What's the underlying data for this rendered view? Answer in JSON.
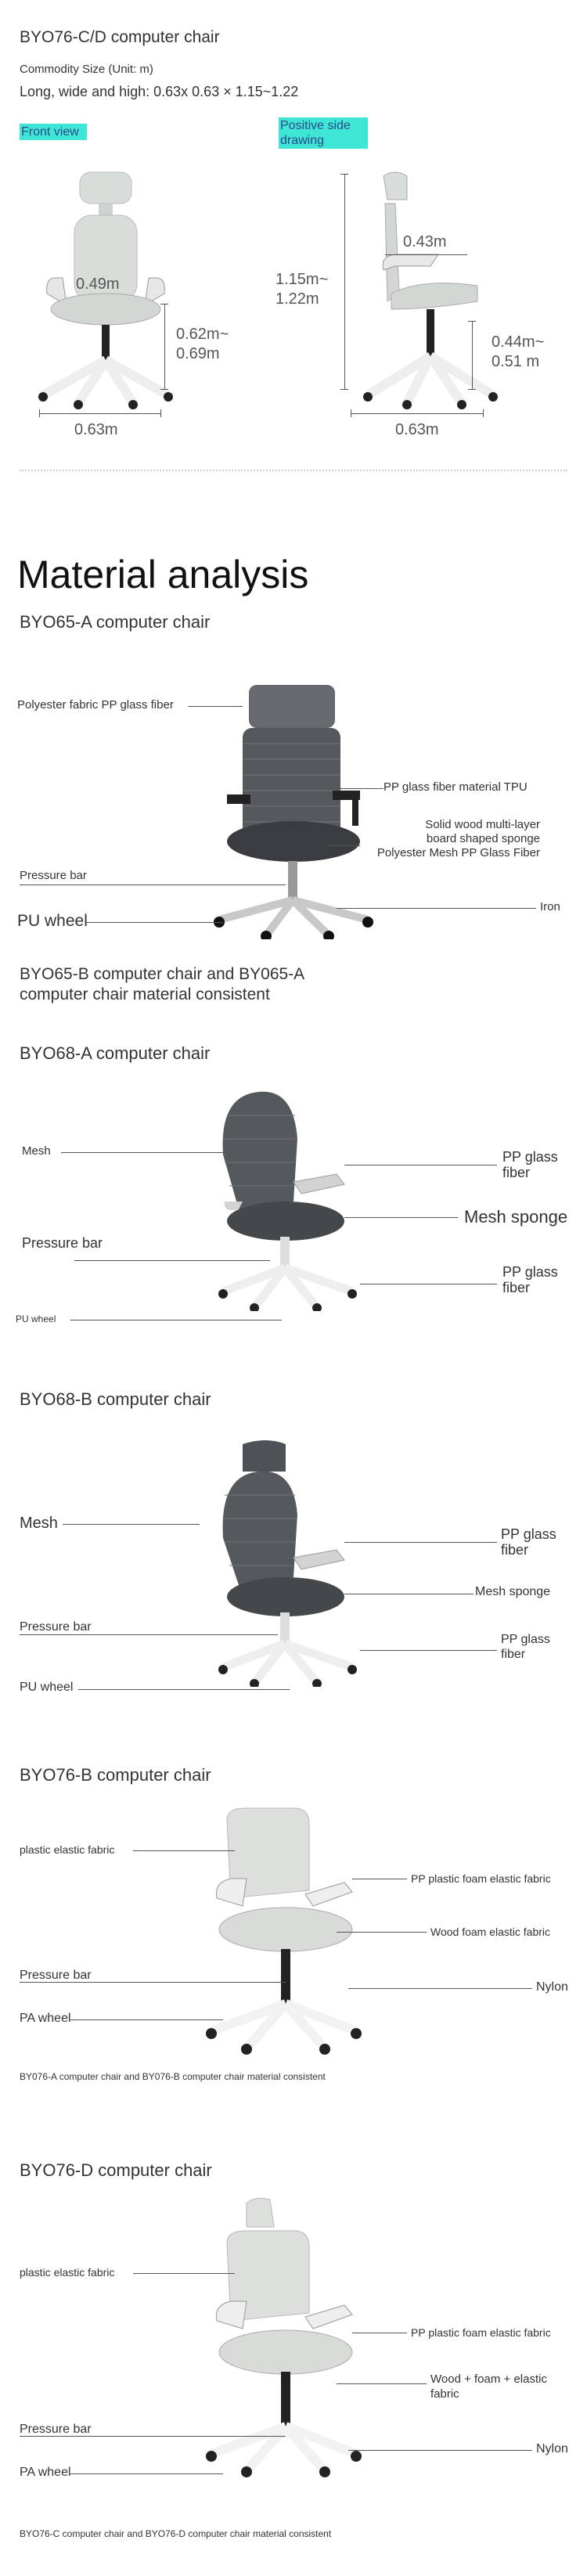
{
  "header": {
    "title": "BYO76-C/D computer chair",
    "size_caption": "Commodity Size (Unit: m)",
    "size_value": "Long, wide and high: 0.63x 0.63 × 1.15~1.22"
  },
  "front_view": {
    "tag": "Front view",
    "seat_width": "0.49m",
    "height": "0.62m~\n0.69m",
    "base_width": "0.63m"
  },
  "side_view": {
    "tag": "Positive side\ndrawing",
    "seat_depth": "0.43m",
    "total_height": "1.15m~\n1.22m",
    "seat_height": "0.44m~\n0.51 m",
    "base_width": "0.63m"
  },
  "material_title": "Material analysis",
  "sections": {
    "byo65a": {
      "title": "BYO65-A computer chair",
      "labels": {
        "backrest": "Polyester fabric PP glass fiber",
        "armrest": "PP glass fiber material TPU",
        "seat": "Solid wood multi-layer\nboard shaped sponge\nPolyester Mesh PP Glass Fiber",
        "pressure": "Pressure bar",
        "wheel": "PU wheel",
        "base": "Iron"
      },
      "note": "BYO65-B computer chair and BY065-A\ncomputer chair material consistent"
    },
    "byo68a": {
      "title": "BYO68-A computer chair",
      "labels": {
        "mesh": "Mesh",
        "armrest": "PP glass\nfiber",
        "sponge": "Mesh sponge",
        "pressure": "Pressure bar",
        "base": "PP glass\nfiber",
        "wheel": "PU wheel"
      }
    },
    "byo68b": {
      "title": "BYO68-B computer chair",
      "labels": {
        "mesh": "Mesh",
        "armrest": "PP glass\nfiber",
        "sponge": "Mesh sponge",
        "pressure": "Pressure bar",
        "base": "PP glass\nfiber",
        "wheel": "PU wheel"
      }
    },
    "byo76b": {
      "title": "BYO76-B computer chair",
      "labels": {
        "backrest": "plastic elastic fabric",
        "armrest": "PP plastic foam elastic fabric",
        "seat": "Wood foam elastic fabric",
        "pressure": "Pressure bar",
        "base": "Nylon",
        "wheel": "PA wheel"
      },
      "note": "BY076-A computer chair and BY076-B computer chair material consistent"
    },
    "byo76d": {
      "title": "BYO76-D computer chair",
      "labels": {
        "backrest": "plastic elastic fabric",
        "armrest": "PP plastic foam elastic fabric",
        "seat": "Wood + foam + elastic\nfabric",
        "pressure": "Pressure bar",
        "base": "Nylon",
        "wheel": "PA wheel"
      },
      "note": "BYO76-C computer chair and BYO76-D computer chair material consistent"
    }
  },
  "colors": {
    "highlight": "#3ee6d6",
    "light_chair": "#d9ddd9",
    "dark_mesh": "#4a4d50",
    "frame_white": "#f2f2f2"
  }
}
